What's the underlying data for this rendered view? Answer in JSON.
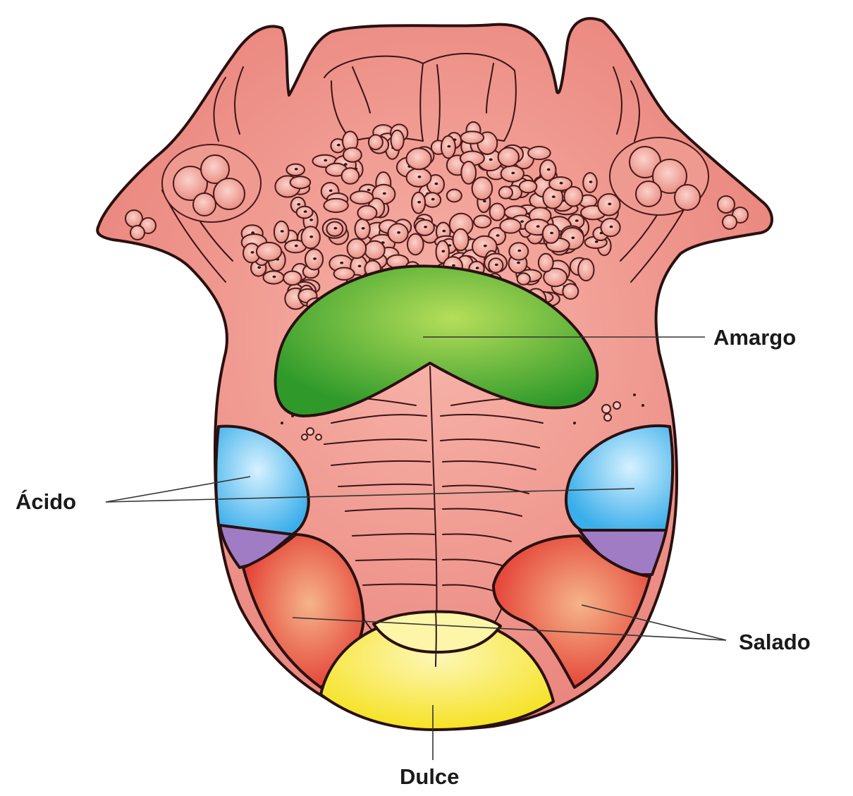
{
  "diagram": {
    "labels": {
      "bitter": "Amargo",
      "sour": "Ácido",
      "salty": "Salado",
      "sweet": "Dulce"
    },
    "colors": {
      "tongue": "#ec8a80",
      "tongue_light": "#f7b4aa",
      "outline": "#2a1010",
      "bitter_zone": "#2f9a2a",
      "bitter_zone_light": "#b6de5a",
      "sour_zone": "#3aaeea",
      "sour_zone_light": "#d6f1ff",
      "salty_zone": "#e2322a",
      "salty_zone_light": "#f5b48a",
      "sweet_zone": "#f7e51e",
      "sweet_zone_light": "#fdf7b8",
      "overlap_zone": "#a07cc4"
    }
  }
}
